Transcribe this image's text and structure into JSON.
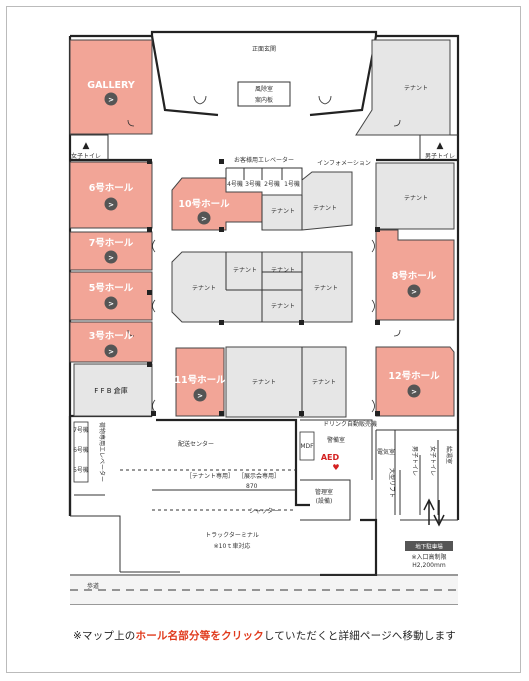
{
  "map": {
    "entrance": "正面玄関",
    "windbreak": "風除室",
    "info_board": "案内板",
    "gallery": "GALLERY",
    "tenant": "テナント",
    "womens_toilet": "女子トイレ",
    "mens_toilet": "男子トイレ",
    "guest_elevator": "お客様用エレベーター",
    "elevator_numbers": [
      "4号機",
      "3号機",
      "2号機",
      "1号機"
    ],
    "information": "インフォメーション",
    "halls": {
      "h6": "6号ホール",
      "h7": "7号ホール",
      "h5": "5号ホール",
      "h3": "3号ホール",
      "h10": "10号ホール",
      "h11": "11号ホール",
      "h8": "8号ホール",
      "h12": "12号ホール"
    },
    "ffb_storage": "F F B 倉庫",
    "cargo_elevator": "荷物専用エレベーター",
    "cargo_elevator_numbers": [
      "7号機",
      "6号機",
      "5号機"
    ],
    "delivery_center": "配送センター",
    "drink_vending": "ドリンク自動販売機",
    "mdf": "MDF",
    "security": "警備室",
    "aed": "AED",
    "electric_room": "電気室",
    "large_lift": "大型リフト",
    "mens_toilet_v": "男子トイレ",
    "womens_toilet_v": "女子トイレ",
    "water_room": "給湯室",
    "tenant_only": "［テナント専用］",
    "exhibitor_only": "［展示会専用］",
    "height_870": "870",
    "management": "管理室",
    "management_sub": "(設備)",
    "shutter": "シャッター",
    "truck_terminal": "トラックターミナル",
    "truck_note": "※10ｔ車対応",
    "basement_parking": "地下駐車場",
    "entrance_limit": "※入口高制限",
    "height_limit": "H2,200mm",
    "sidewalk": "歩道"
  },
  "footer": {
    "prefix": "※マップ上の",
    "highlight": "ホール名部分等をクリック",
    "suffix": "していただくと詳細ページへ移動します"
  },
  "colors": {
    "hall_fill": "#f2a597",
    "tenant_fill": "#e6e6e6",
    "label_plate": "#8a8a8a",
    "highlight_text": "#e03a1c"
  }
}
